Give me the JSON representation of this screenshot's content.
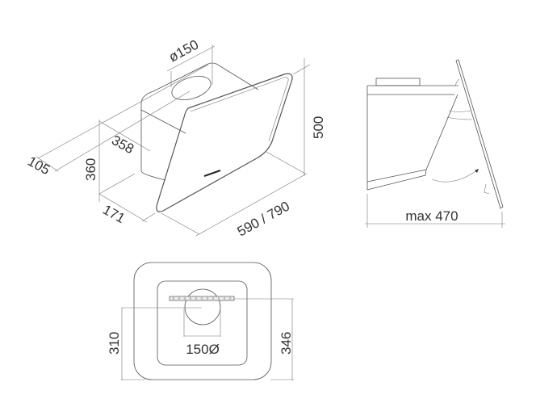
{
  "isometric_view": {
    "duct_diameter": "ø150",
    "height_total": "500",
    "width": "590 / 790",
    "depth_bottom": "171",
    "height_body": "360",
    "depth_top": "358",
    "offset": "105"
  },
  "side_view": {
    "max_depth": "max 470"
  },
  "bottom_view": {
    "depth_left": "310",
    "depth_right": "346",
    "duct_diameter": "150Ø"
  }
}
